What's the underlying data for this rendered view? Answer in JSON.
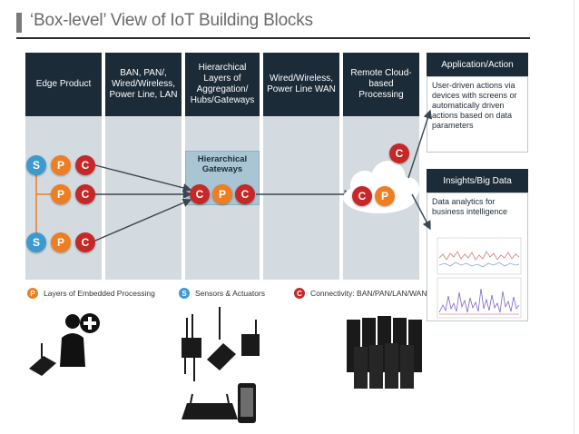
{
  "title": "‘Box-level’ View of IoT Building Blocks",
  "columns": {
    "edge": "Edge Product",
    "ban": "BAN, PAN/, Wired/Wireless, Power Line, LAN",
    "hier": "Hierarchical Layers of Aggregation/ Hubs/Gateways",
    "wan": "Wired/Wireless, Power Line WAN",
    "remote": "Remote Cloud-based Processing"
  },
  "right": {
    "app_title": "Application/Action",
    "app_text": "User-driven actions via devices with screens or automatically driven actions based on data parameters",
    "insights_title": "Insights/Big Data",
    "insights_text": "Data analytics for business intelligence"
  },
  "gateway_label": "Hierarchical Gateways",
  "badges": {
    "s": "S",
    "p": "P",
    "c": "C"
  },
  "legend": {
    "processing": "Layers of Embedded Processing",
    "sensors": "Sensors & Actuators",
    "connectivity": "Connectivity: BAN/PAN/LAN/WAN"
  },
  "colors": {
    "sensor": "#3d9ad1",
    "processing": "#ef7d22",
    "connectivity": "#c62828",
    "header": "#1c2b38",
    "column_bg": "#d3dbe0",
    "gateway_bg": "#a9c5d3"
  },
  "icons": [
    "medical-person-icon",
    "sensor-device-icon",
    "router-icon",
    "phone-icon",
    "server-rack-icon"
  ]
}
